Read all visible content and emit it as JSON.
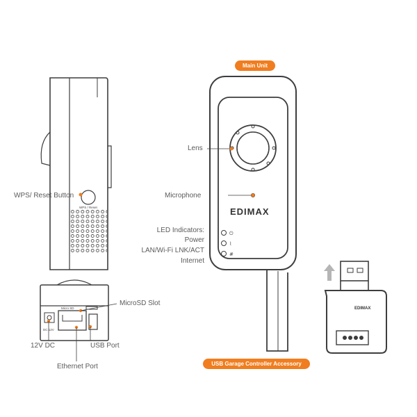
{
  "colors": {
    "accent": "#f07d1f",
    "outline": "#3d3d3d",
    "text": "#5a5a5a"
  },
  "main_unit": {
    "title": "Main Unit",
    "brand": "EDIMAX",
    "labels": {
      "lens": "Lens",
      "microphone": "Microphone",
      "led_indicators": "LED Indicators:",
      "power": "Power",
      "lan_wifi": "LAN/Wi-Fi LNK/ACT",
      "internet": "Internet"
    }
  },
  "side_view": {
    "labels": {
      "wps_reset": "WPS/ Reset Button"
    },
    "button_caption": "WPS / Reset"
  },
  "bottom_view": {
    "labels": {
      "microsd": "MicroSD Slot",
      "dc": "12V DC",
      "usb": "USB Port",
      "ethernet": "Ethernet Port"
    },
    "slot_caption": "Micro SD",
    "dc_caption": "DC 12V"
  },
  "accessory": {
    "title": "USB Garage Controller Accessory",
    "brand": "EDIMAX",
    "arrow_icon": "up-arrow-icon"
  }
}
